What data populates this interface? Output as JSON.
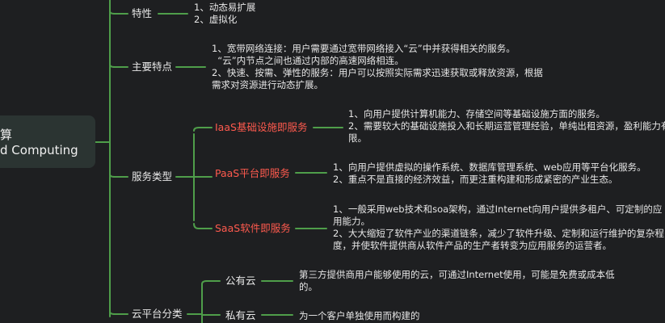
{
  "root": {
    "line1": "算",
    "line2": "d Computing"
  },
  "branches": {
    "traits": {
      "label": "特性",
      "notes": "1、动态易扩展\n2、虚拟化"
    },
    "main_features": {
      "label": "主要特点",
      "notes": "1、宽带网络连接：用户需要通过宽带网络接入“云”中并获得相关的服务。\n  “云”内节点之间也通过内部的高速网络相连。\n2、快速、按需、弹性的服务：用户可以按照实际需求迅速获取或释放资源，根据\n需求对资源进行动态扩展。"
    },
    "service_types": {
      "label": "服务类型",
      "items": [
        {
          "label": "IaaS基础设施即服务",
          "notes": "1、向用户提供计算机能力、存储空间等基础设施方面的服务。\n2、需要较大的基础设施投入和长期运营管理经验，单纯出租资源，盈利能力有\n限。"
        },
        {
          "label": "PaaS平台即服务",
          "notes": "1、向用户提供虚拟的操作系统、数据库管理系统、web应用等平台化服务。\n2、重点不是直接的经济效益，而更注重构建和形成紧密的产业生态。"
        },
        {
          "label": "SaaS软件即服务",
          "notes": "1、一般采用web技术和soa架构，通过Internet向用户提供多租户、可定制的应\n用能力。\n2、大大缩短了软件产业的渠道链条，减少了软件升级、定制和运行维护的复杂程\n度，并使软件提供商从软件产品的生产者转变为应用服务的运营者。"
        }
      ]
    },
    "platform_types": {
      "label": "云平台分类",
      "items": [
        {
          "label": "公有云",
          "notes": "第三方提供商用户能够使用的云，可通过Internet使用，可能是免费或成本低\n的。"
        },
        {
          "label": "私有云",
          "notes": "为一个客户单独使用而构建的"
        }
      ]
    }
  },
  "colors": {
    "background": "#1e1f21",
    "connector": "#4f9e4a",
    "accent_red": "#ff5a4e",
    "root_fill": "#2b3432",
    "text": "#e6e6e6"
  }
}
